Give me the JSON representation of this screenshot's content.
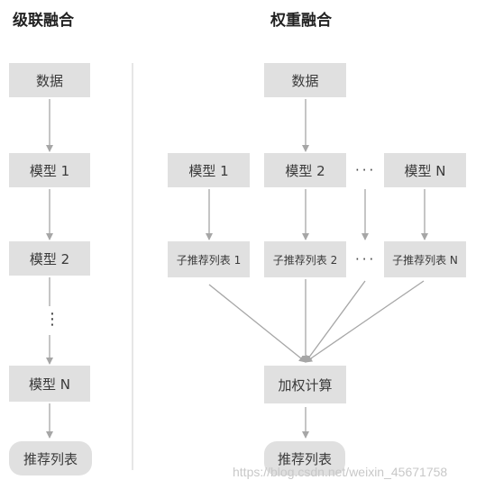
{
  "diagram": {
    "left": {
      "title": "级联融合",
      "nodes": [
        "数据",
        "模型 1",
        "模型 2",
        "模型 N",
        "推荐列表"
      ],
      "ellipsis": "⋮"
    },
    "right": {
      "title": "权重融合",
      "data_node": "数据",
      "models": [
        "模型 1",
        "模型 2",
        "模型 N"
      ],
      "sub_lists": [
        "子推荐列表 1",
        "子推荐列表 2",
        "子推荐列表 N"
      ],
      "ellipsis": "···",
      "compute_node": "加权计算",
      "result_node": "推荐列表"
    },
    "colors": {
      "box_fill": "#e0e0e0",
      "arrow": "#a6a6a6",
      "divider": "#cccccc"
    }
  },
  "watermark": "https://blog.csdn.net/weixin_45671758"
}
